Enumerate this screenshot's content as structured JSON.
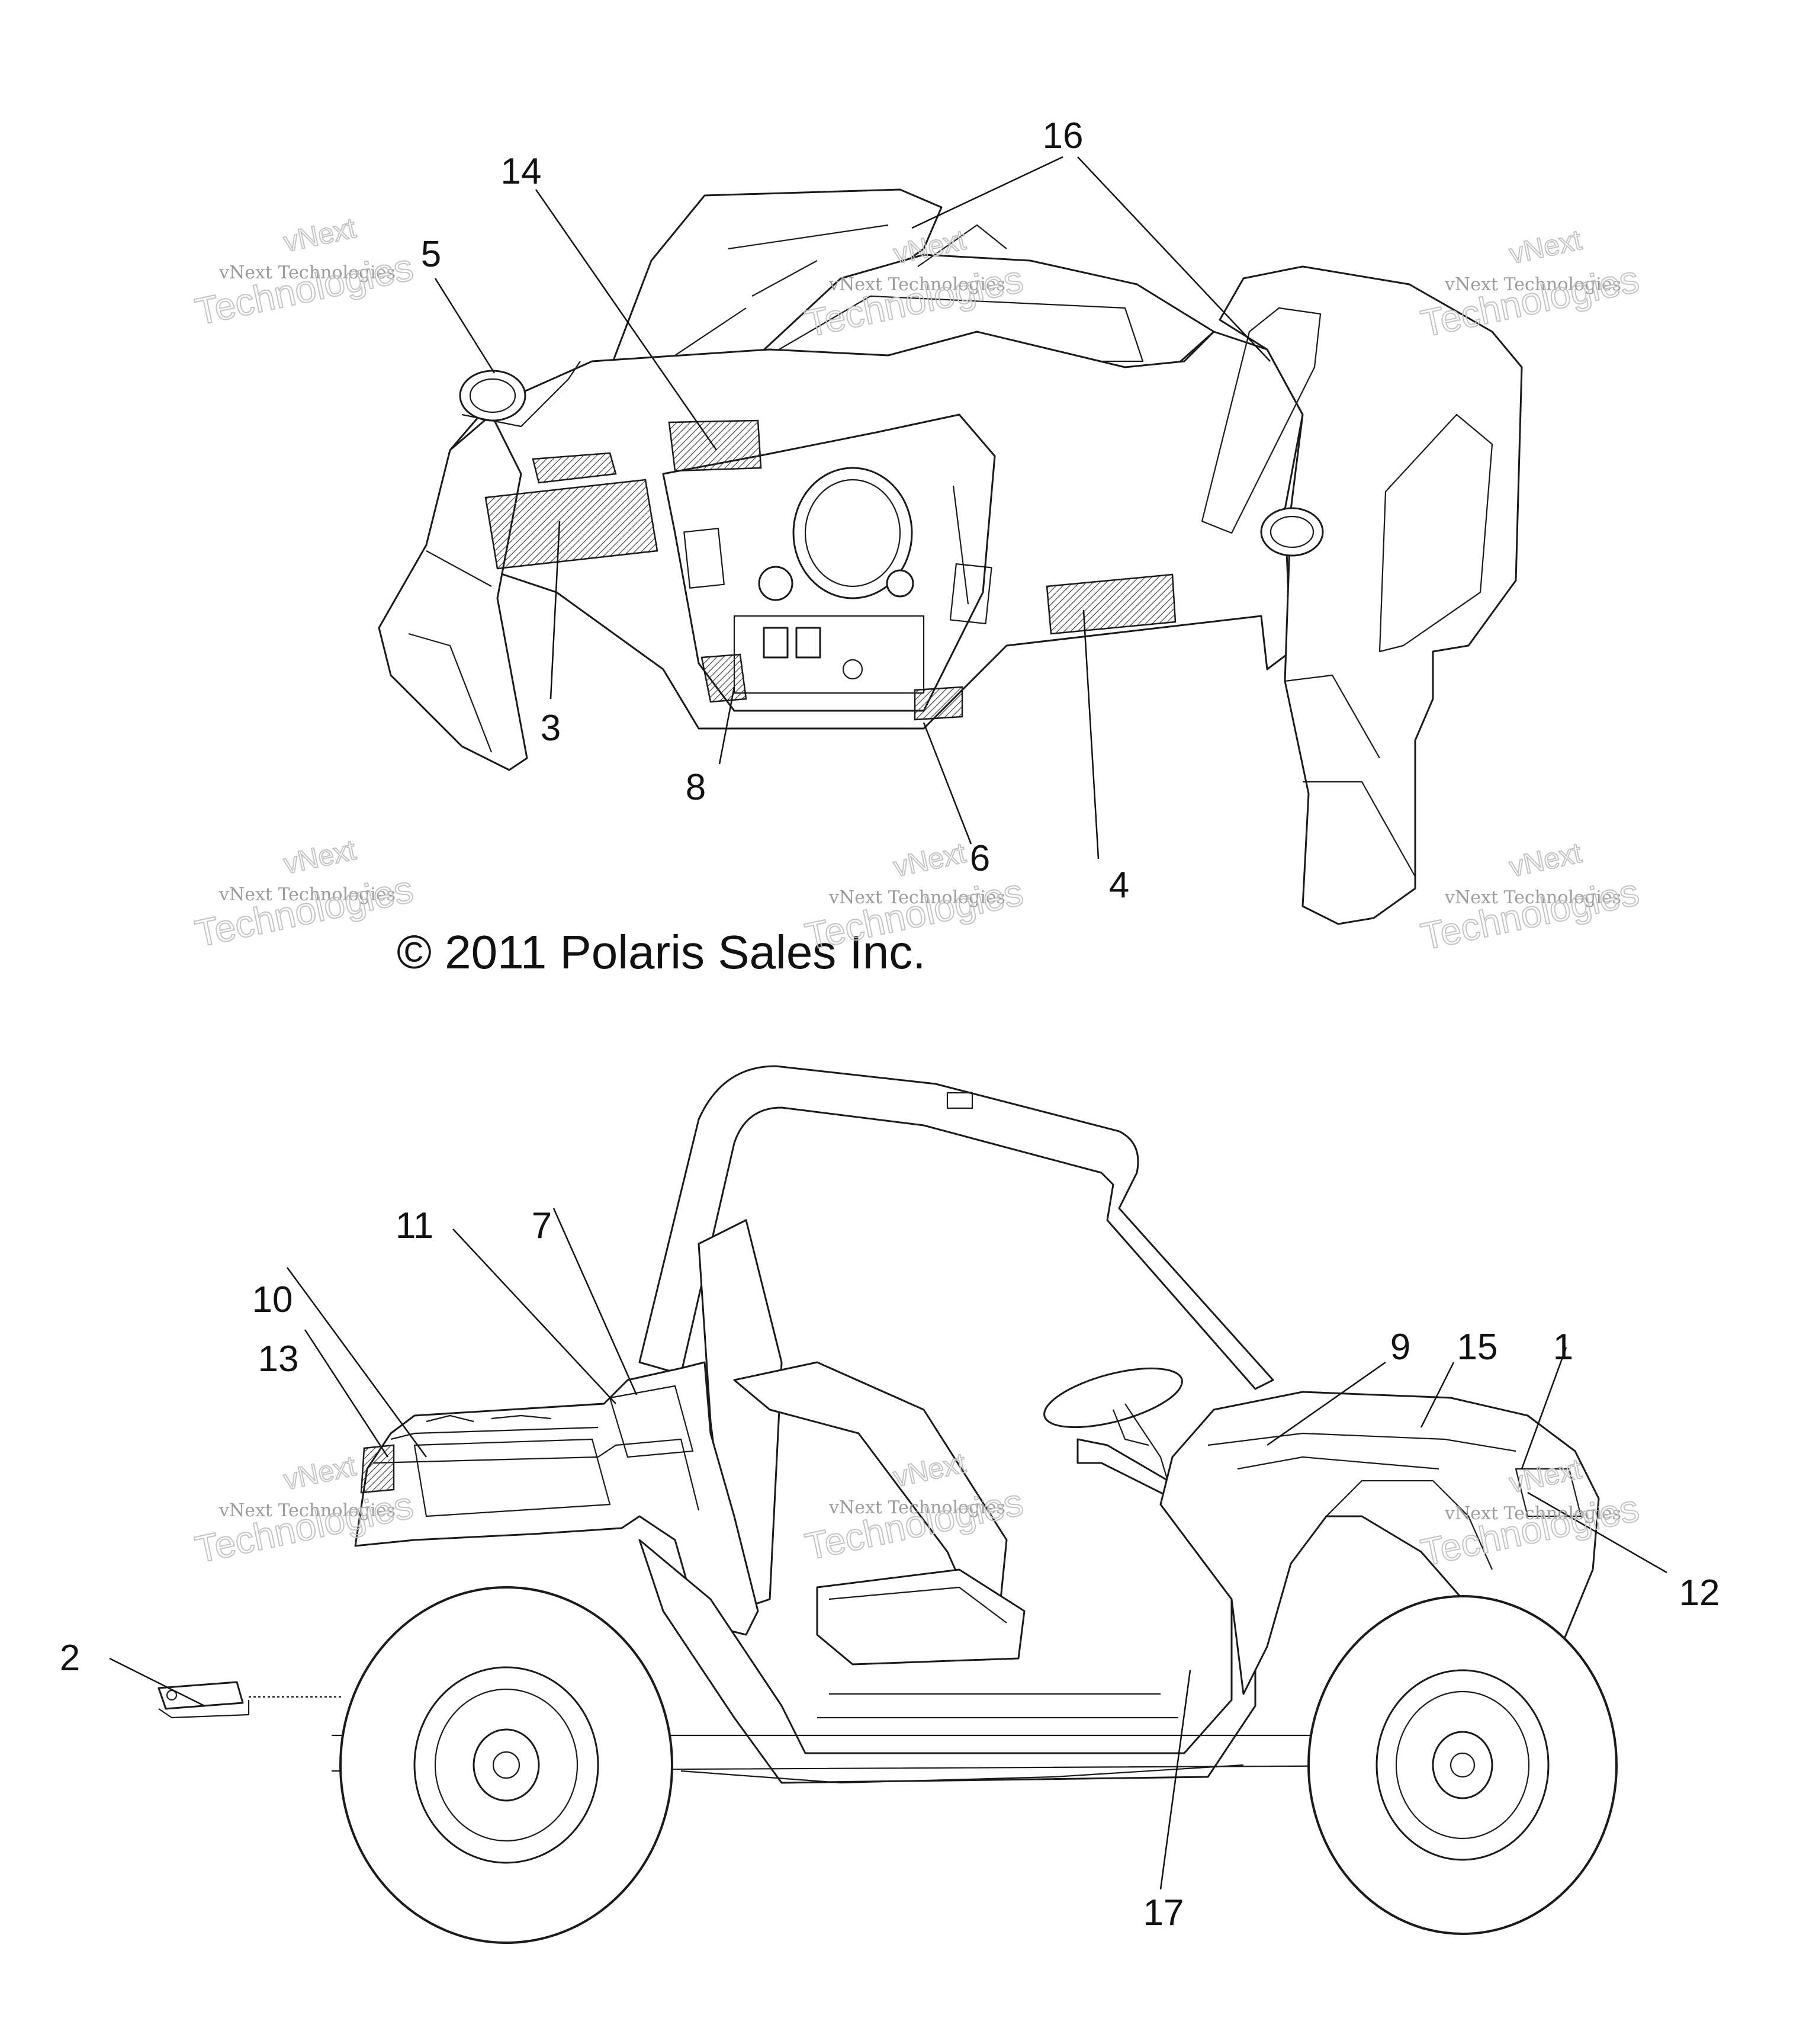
{
  "copyright": "© 2011 Polaris Sales Inc.",
  "watermark": {
    "line1": "vNext Technologies",
    "line2": "vNext",
    "line3": "Technologies"
  },
  "callouts": {
    "c1": "1",
    "c2": "2",
    "c3": "3",
    "c4": "4",
    "c5": "5",
    "c6": "6",
    "c7": "7",
    "c8": "8",
    "c9": "9",
    "c10": "10",
    "c11": "11",
    "c12": "12",
    "c13": "13",
    "c14": "14",
    "c15": "15",
    "c16": "16",
    "c17": "17"
  }
}
